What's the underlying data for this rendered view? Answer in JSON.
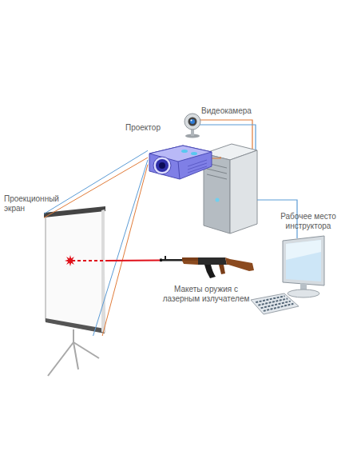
{
  "diagram": {
    "nodes": [
      {
        "text": [
          "Видеокамера"
        ]
      },
      {
        "text": [
          "Проектор"
        ]
      },
      {
        "text": [
          "Проекционный экран"
        ]
      },
      {
        "text": [
          "Рабочее место инструктора"
        ]
      },
      {
        "text": [
          "Макеты оружия с лазерным излучателем"
        ]
      }
    ],
    "edges": [
      {
        "from": 1,
        "to": 2,
        "arrow": "none"
      },
      {
        "from": 1,
        "to": 2,
        "arrow": "none"
      },
      {
        "from": 1,
        "to": 2,
        "arrow": "none"
      },
      {
        "from": 1,
        "to": 2,
        "arrow": "none"
      },
      {
        "from": 4,
        "to": 2,
        "arrow": "none"
      }
    ]
  }
}
